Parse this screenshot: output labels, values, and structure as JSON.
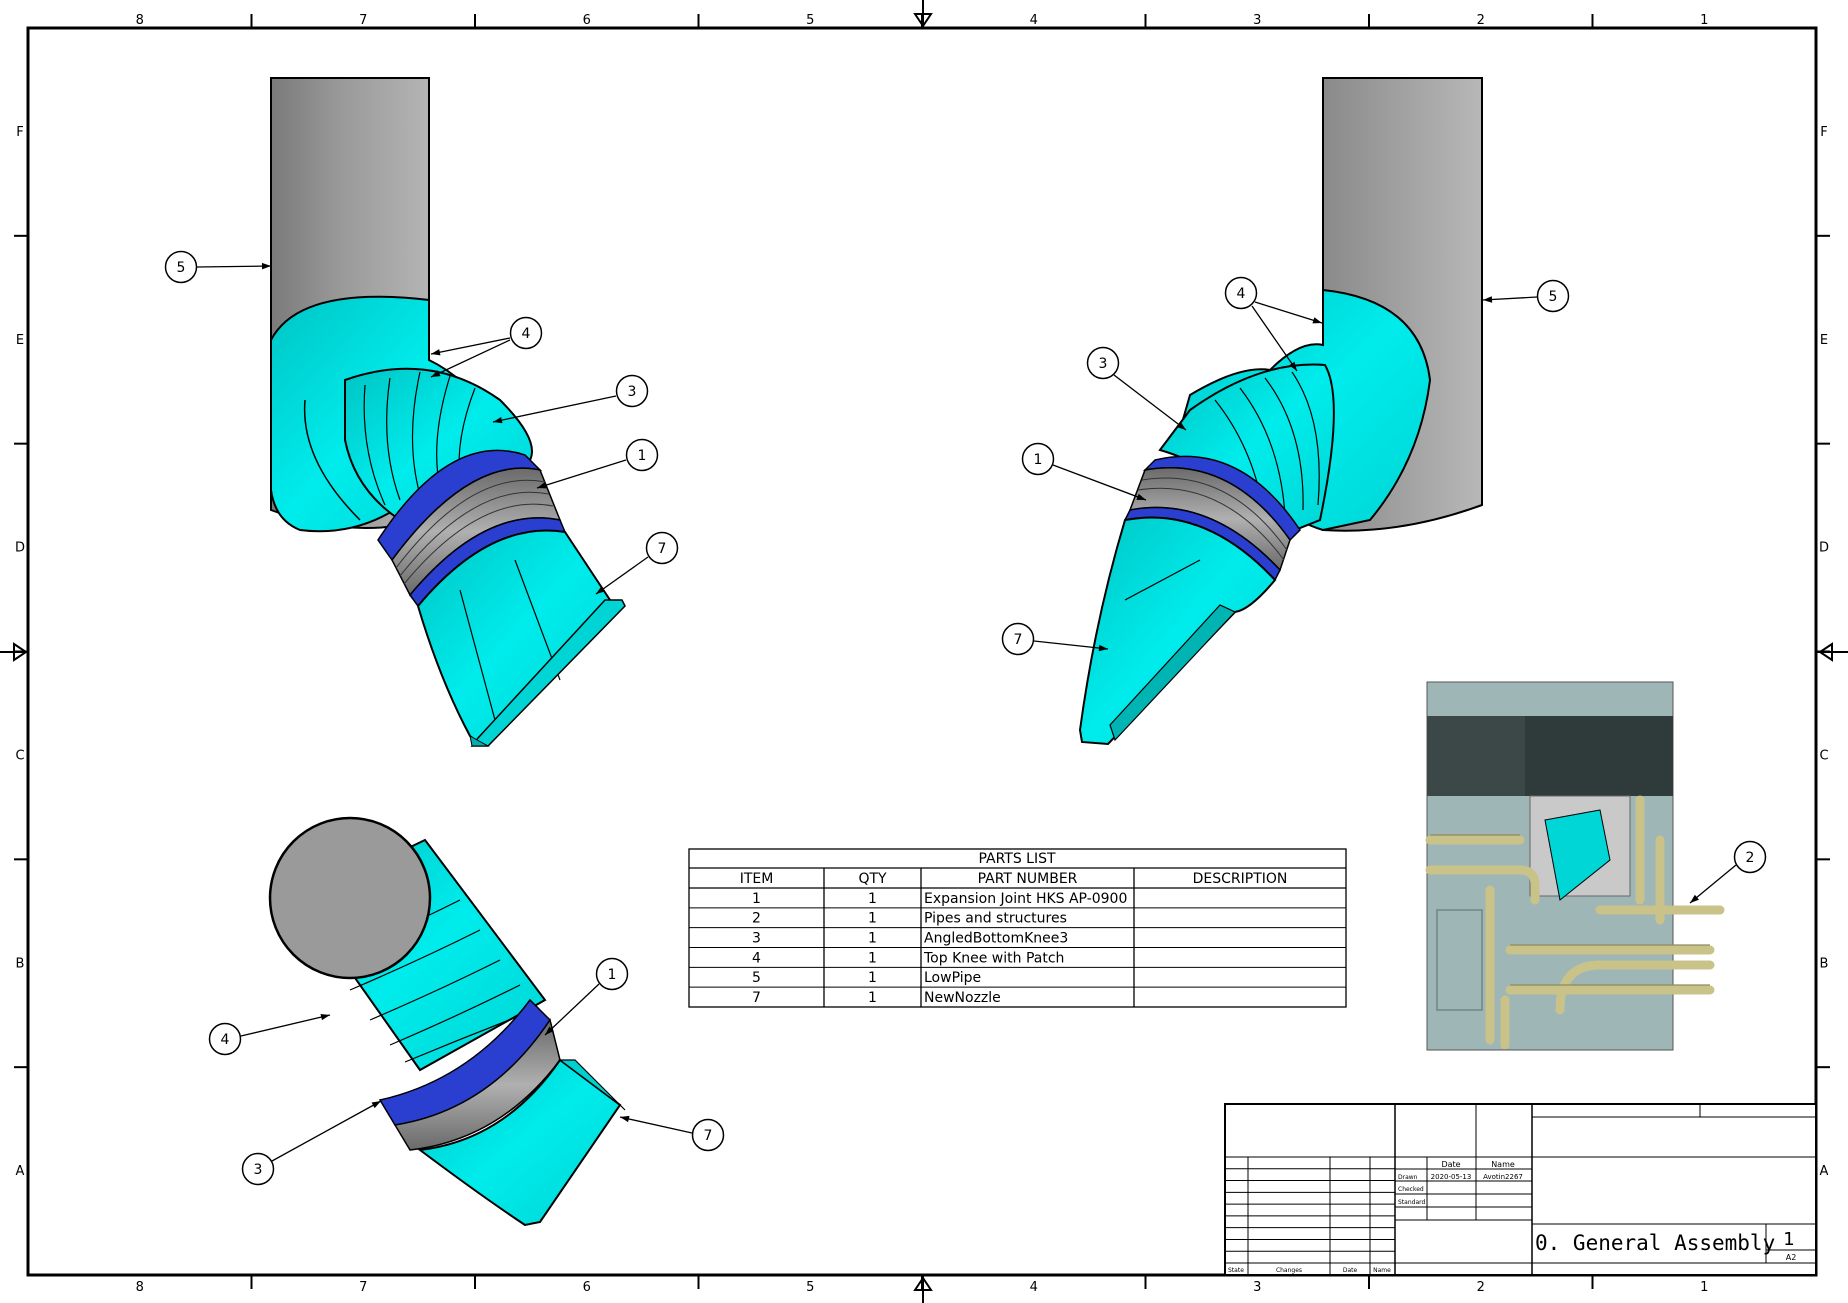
{
  "border": {
    "columns": [
      "8",
      "7",
      "6",
      "5",
      "4",
      "3",
      "2",
      "1"
    ],
    "rows": [
      "F",
      "E",
      "D",
      "C",
      "B",
      "A"
    ]
  },
  "balloons": {
    "view1": [
      "5",
      "4",
      "3",
      "1",
      "7"
    ],
    "view2": [
      "4",
      "5",
      "3",
      "1",
      "7"
    ],
    "view3": [
      "1",
      "4",
      "3",
      "7"
    ],
    "iso": [
      "2"
    ]
  },
  "parts_list": {
    "title": "PARTS LIST",
    "headers": [
      "ITEM",
      "QTY",
      "PART NUMBER",
      "DESCRIPTION"
    ],
    "rows": [
      [
        "1",
        "1",
        "Expansion Joint HKS AP-0900",
        ""
      ],
      [
        "2",
        "1",
        "Pipes and structures",
        ""
      ],
      [
        "3",
        "1",
        "AngledBottomKnee3",
        ""
      ],
      [
        "4",
        "1",
        "Top Knee with Patch",
        ""
      ],
      [
        "5",
        "1",
        "LowPipe",
        ""
      ],
      [
        "7",
        "1",
        "NewNozzle",
        ""
      ]
    ]
  },
  "title_block": {
    "date_header": "Date",
    "name_header": "Name",
    "drawn_label": "Drawn",
    "checked_label": "Checked",
    "standard_label": "Standard",
    "drawn_date": "2020-05-13",
    "drawn_name": "Avotin2267",
    "state_label": "State",
    "changes_label": "Changes",
    "rev_date_label": "Date",
    "rev_name_label": "Name",
    "drawing_title": "0. General Assembly",
    "sheet_number": "1",
    "sheet_size": "A2"
  },
  "colors": {
    "cyan": "#00e5e5",
    "cyan_dark": "#00b8b8",
    "pipe_gray": "#8c8c8c",
    "flange_blue": "#2a3fd0",
    "bellows_gray": "#8a8a8a",
    "structure_olive": "#c9c38a",
    "frame_slate": "#9fb6b6"
  }
}
